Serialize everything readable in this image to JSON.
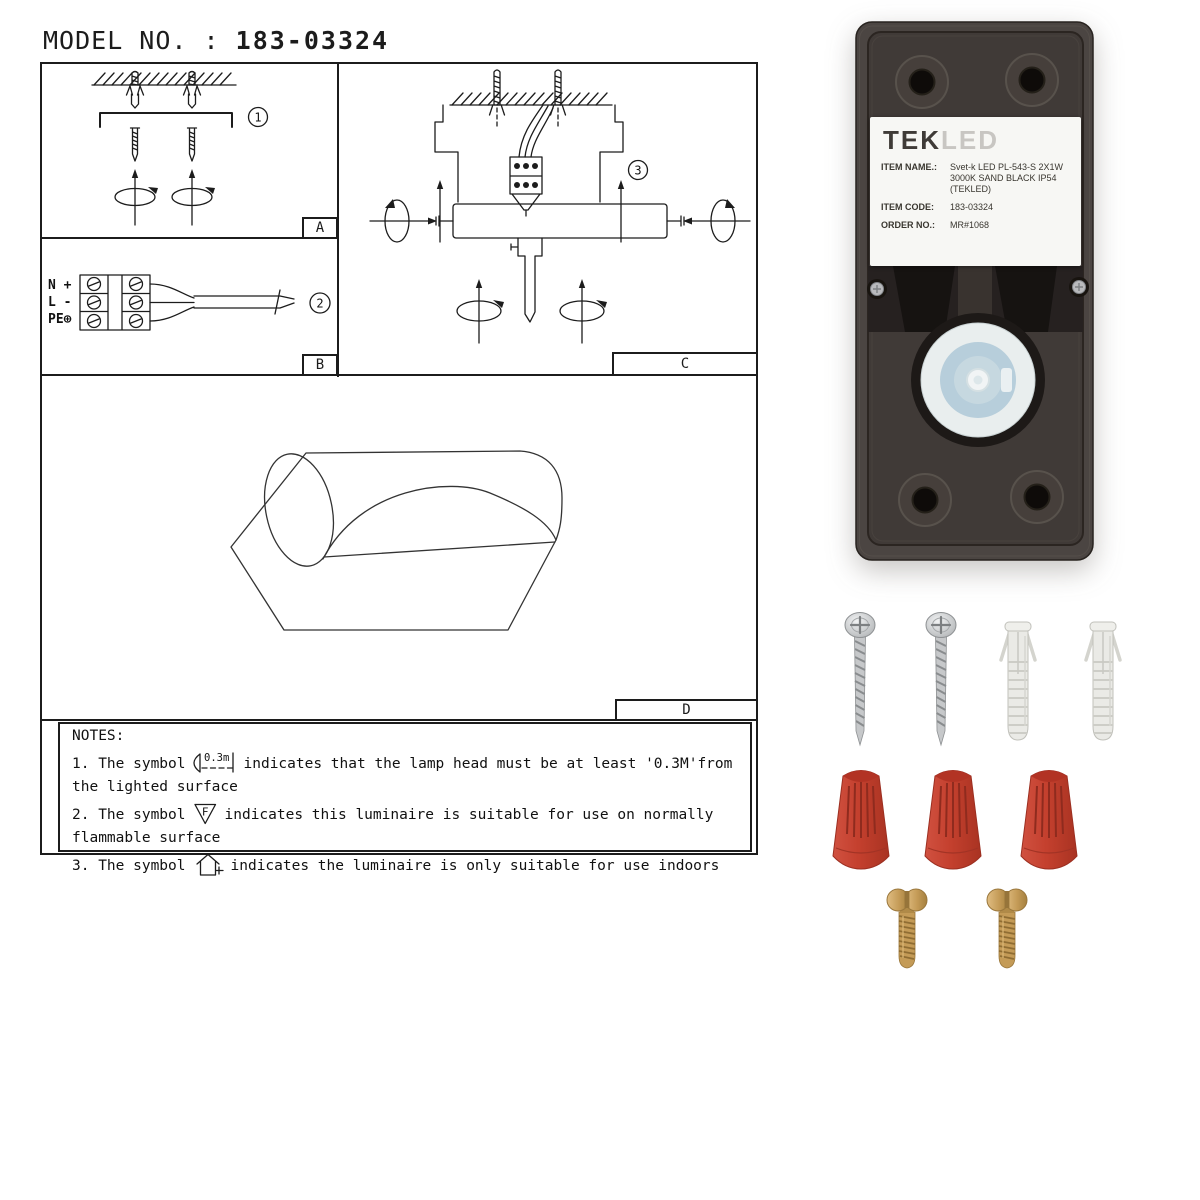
{
  "header": {
    "model_label": "MODEL NO. :",
    "model_value": "183-03324"
  },
  "panels": {
    "a": "A",
    "b": "B",
    "c": "C",
    "d": "D",
    "step_1": "1",
    "step_2": "2",
    "step_3": "3"
  },
  "wiring": {
    "row_1": "N +",
    "row_2": "L -",
    "row_3": "PE⊕"
  },
  "notes": {
    "title": "NOTES:",
    "n1_pre": "1. The symbol",
    "n1_sym": "0.3m",
    "n1_post": "indicates that the lamp head must be at least '0.3M'from",
    "n1_cont": "the lighted surface",
    "n2_pre": "2. The symbol",
    "n2_sym": "F",
    "n2_post": "indicates this luminaire is suitable for use on normally",
    "n2_cont": "flammable surface",
    "n3_pre": "3. The symbol",
    "n3_post": "indicates the luminaire is only suitable for use indoors"
  },
  "product_label": {
    "brand_tek": "TEK",
    "brand_led": "LED",
    "item_name_key": "ITEM NAME.:",
    "item_name_value": "Svet-k LED PL-543-S 2X1W 3000K SAND BLACK IP54 (TEKLED)",
    "item_code_key": "ITEM CODE:",
    "item_code_value": "183-03324",
    "order_no_key": "ORDER NO.:",
    "order_no_value": "MR#1068"
  },
  "colors": {
    "line_black": "#1c1c1c",
    "fixture_body": "#4b4542",
    "fixture_plate": "#403a37",
    "sensor_white": "#e9eeee",
    "sensor_ring": "#b7cedb",
    "wire_nut_red": "#c4402e",
    "brass": "#c49b57",
    "screw_silver": "#c6c8ca",
    "anchor_white": "#eaeae6"
  }
}
